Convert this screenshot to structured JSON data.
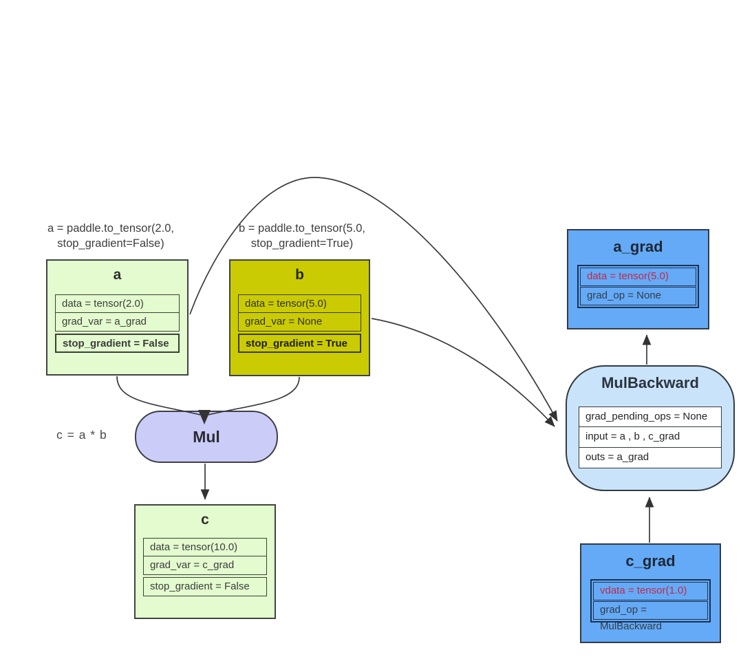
{
  "captions": {
    "a": "a = paddle.to_tensor(2.0,\nstop_gradient=False)",
    "b": "b = paddle.to_tensor(5.0,\nstop_gradient=True)",
    "c_expr": "c = a * b"
  },
  "nodes": {
    "a": {
      "title": "a",
      "rows": [
        {
          "text": "data = tensor(2.0)"
        },
        {
          "text": "grad_var = a_grad"
        },
        {
          "text": "stop_gradient = False"
        }
      ]
    },
    "b": {
      "title": "b",
      "rows": [
        {
          "text": "data = tensor(5.0)"
        },
        {
          "text": "grad_var = None"
        },
        {
          "text": "stop_gradient = True"
        }
      ]
    },
    "mul": {
      "label": "Mul"
    },
    "c": {
      "title": "c",
      "rows": [
        {
          "text": "data = tensor(10.0)"
        },
        {
          "text": "grad_var = c_grad"
        },
        {
          "text": "stop_gradient = False"
        }
      ]
    },
    "a_grad": {
      "title": "a_grad",
      "rows": [
        {
          "text": "data = tensor(5.0)"
        },
        {
          "text": "grad_op = None"
        }
      ]
    },
    "mul_backward": {
      "title": "MulBackward",
      "rows": [
        {
          "text": "grad_pending_ops = None"
        },
        {
          "text": "input = a , b , c_grad"
        },
        {
          "text": "outs = a_grad"
        }
      ]
    },
    "c_grad": {
      "title": "c_grad",
      "rows": [
        {
          "text": "vdata = tensor(1.0)"
        },
        {
          "text": "grad_op = MulBackward"
        }
      ]
    }
  },
  "colors": {
    "tensor_green": "#e3fbce",
    "tensor_olive": "#cbcb04",
    "op_purple": "#cbccf8",
    "grad_blue": "#64aaf6",
    "backward_blue": "#c9e4fa",
    "red_text": "#c1294b",
    "edge_line": "#3a3a3a"
  }
}
